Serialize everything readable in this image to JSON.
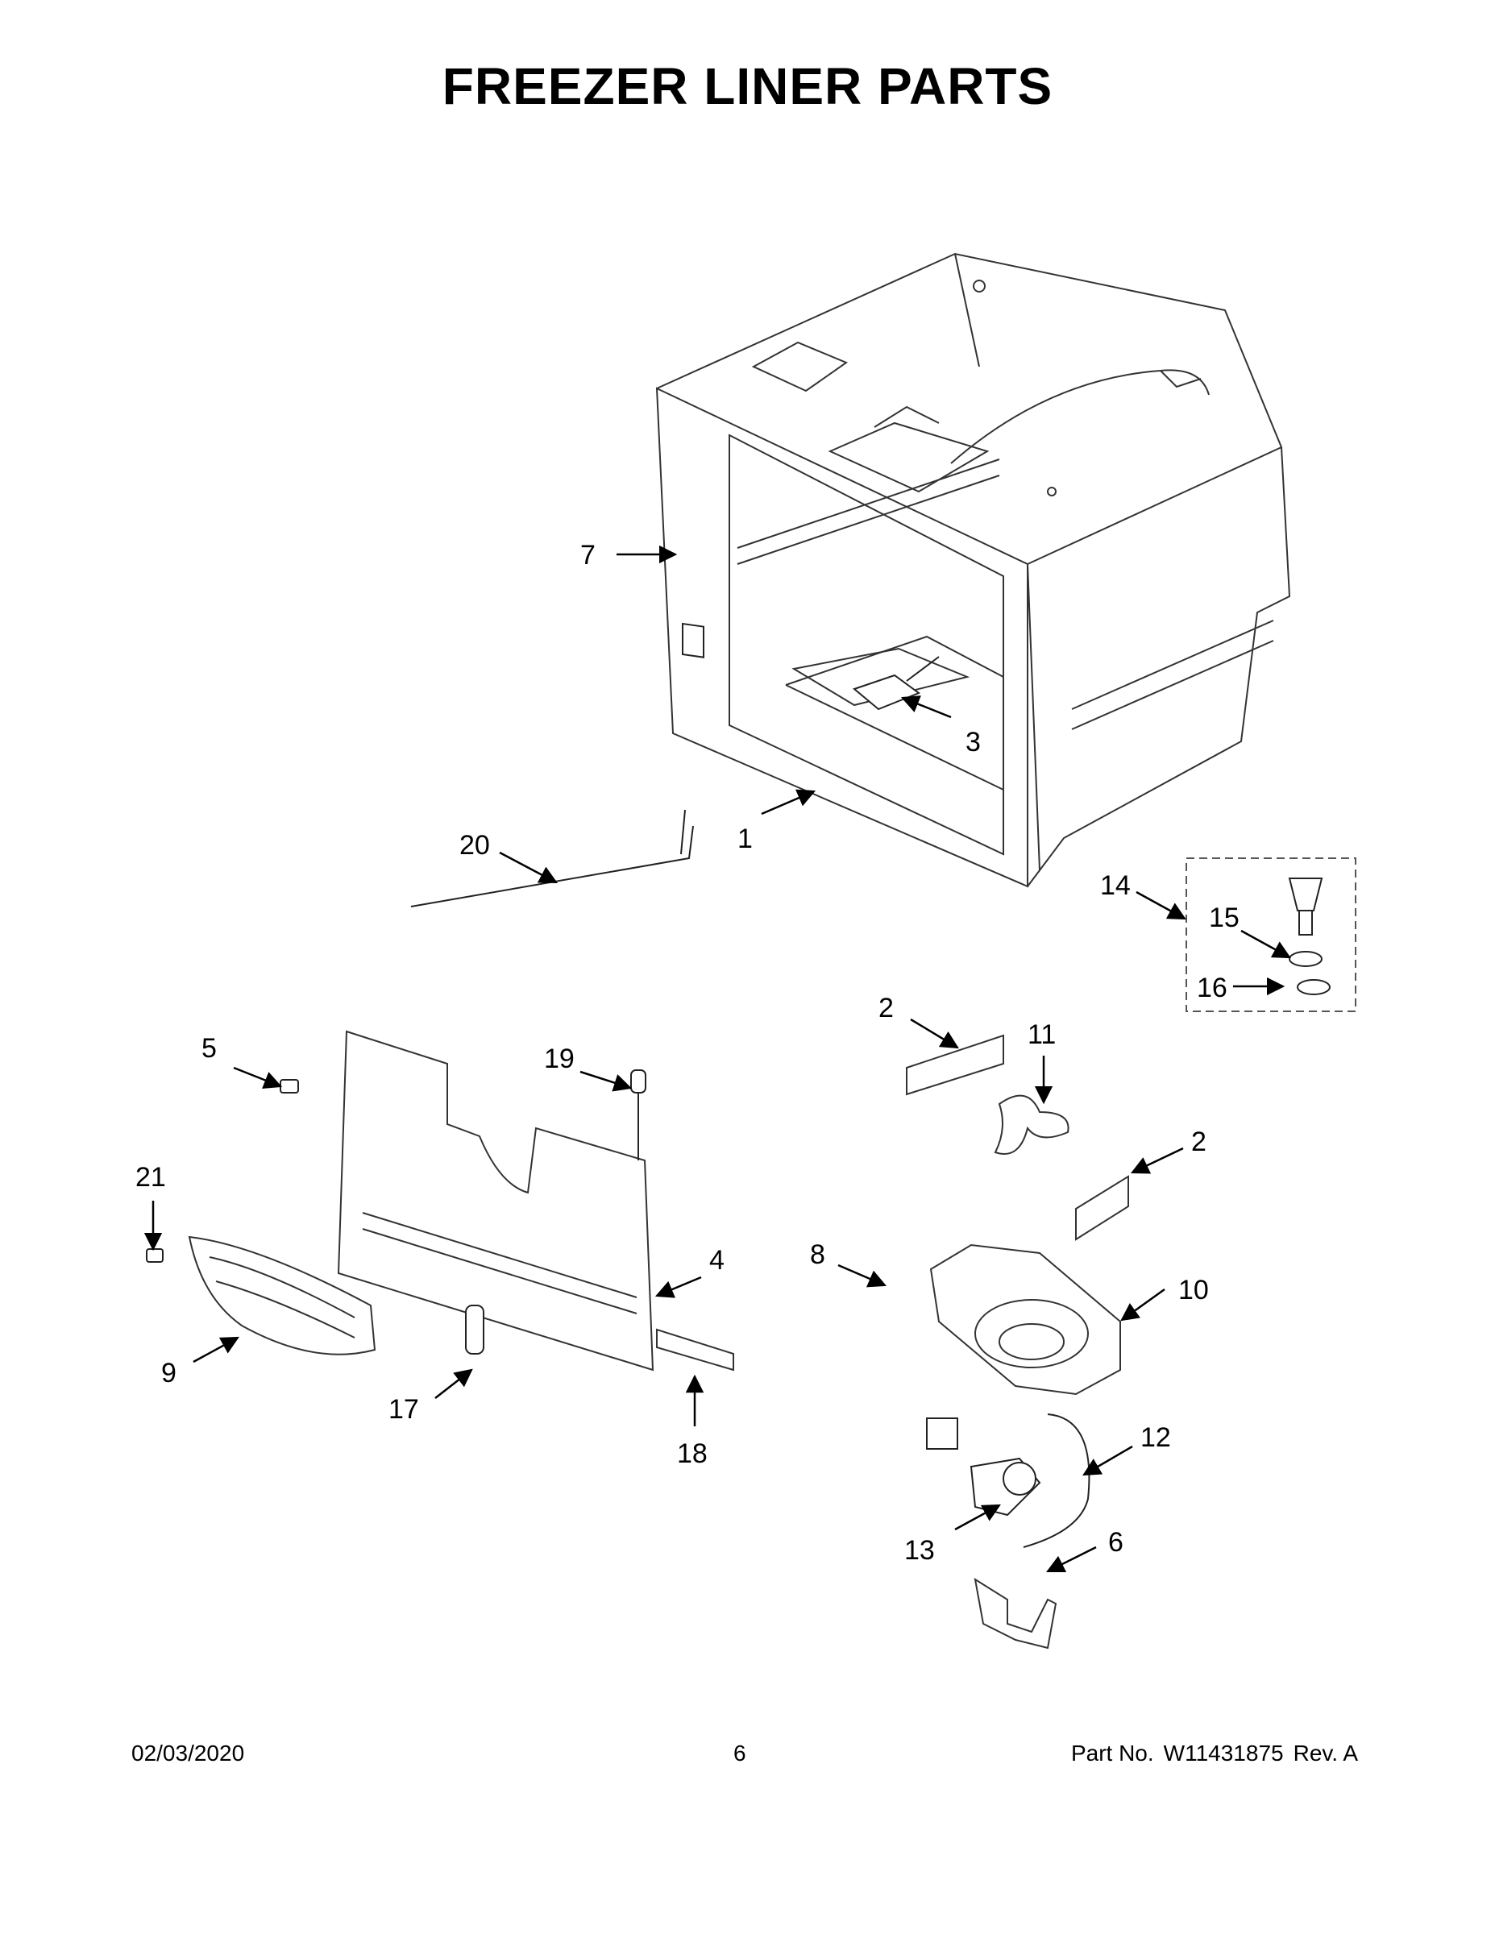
{
  "title": "FREEZER LINER PARTS",
  "callouts": [
    "1",
    "2",
    "2",
    "3",
    "4",
    "5",
    "6",
    "7",
    "8",
    "9",
    "10",
    "11",
    "12",
    "13",
    "14",
    "15",
    "16",
    "17",
    "18",
    "19",
    "20",
    "21"
  ],
  "footer": {
    "date": "02/03/2020",
    "page": "6",
    "part_label": "Part No.",
    "part_number": "W11431875",
    "revision": "Rev. A"
  }
}
